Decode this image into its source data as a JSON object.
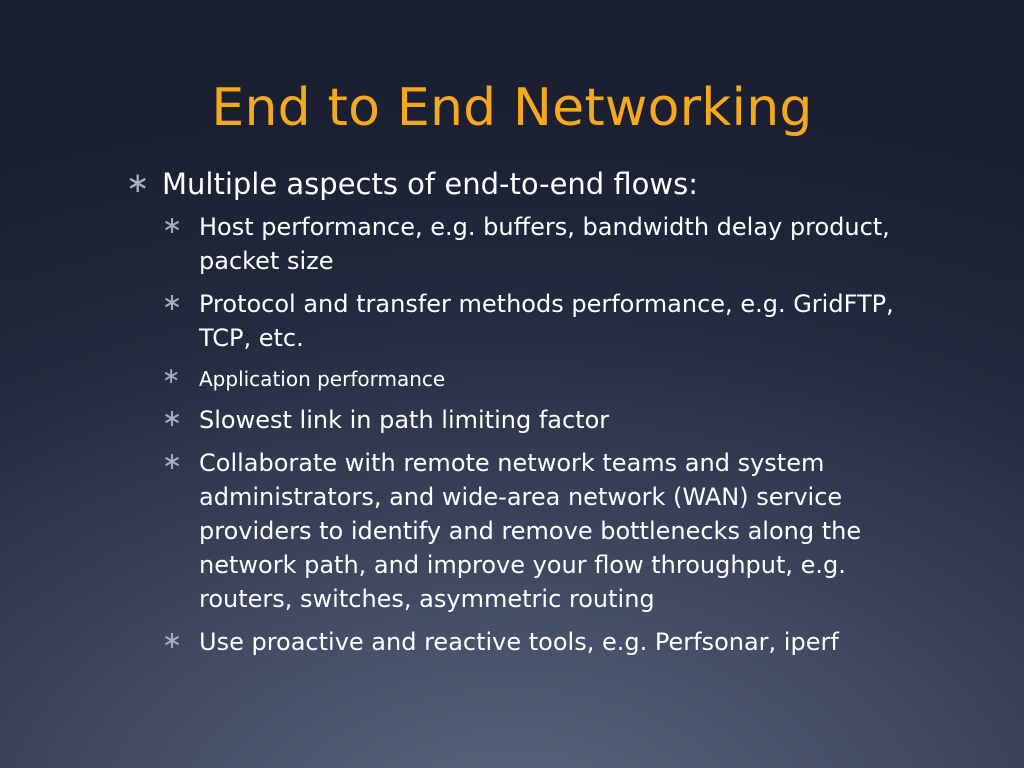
{
  "slide": {
    "title": "End to End Networking",
    "bullet_glyph": "∗",
    "colors": {
      "title": "#f6a91d",
      "text": "#ffffff",
      "bullet": "#a9b0c2",
      "background": "#232a3f"
    },
    "bullets": [
      {
        "text": "Multiple aspects of end-to-end flows:",
        "children": [
          {
            "text": "Host performance, e.g. buffers, bandwidth delay product, packet size"
          },
          {
            "text": "Protocol and transfer methods performance, e.g. GridFTP, TCP, etc."
          },
          {
            "text": "Application performance"
          },
          {
            "text": "Slowest link in path limiting factor"
          },
          {
            "text": "Collaborate with remote network teams and system administrators, and wide-area network (WAN) service providers to identify and remove bottlenecks along the network path, and improve your flow throughput, e.g. routers, switches, asymmetric routing"
          },
          {
            "text": "Use proactive and reactive tools, e.g. Perfsonar, iperf"
          }
        ]
      }
    ]
  }
}
